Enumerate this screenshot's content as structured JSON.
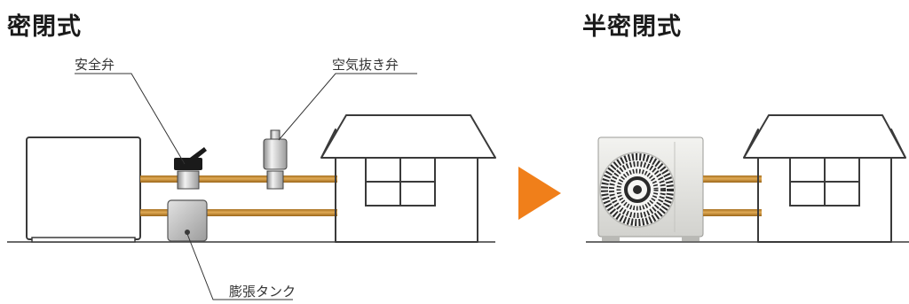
{
  "left": {
    "title": "密閉式",
    "callouts": {
      "safety_valve": "安全弁",
      "air_vent_valve": "空気抜き弁",
      "expansion_tank": "膨張タンク"
    }
  },
  "right": {
    "title": "半密閉式"
  },
  "colors": {
    "pipe": "#c8913f",
    "arrow": "#f07f1a",
    "outline": "#3a3a3a"
  },
  "icons": [
    "heat-source-unit",
    "house",
    "safety-valve",
    "air-vent-valve",
    "expansion-tank",
    "arrow-right",
    "outdoor-heat-pump-unit",
    "fan"
  ]
}
